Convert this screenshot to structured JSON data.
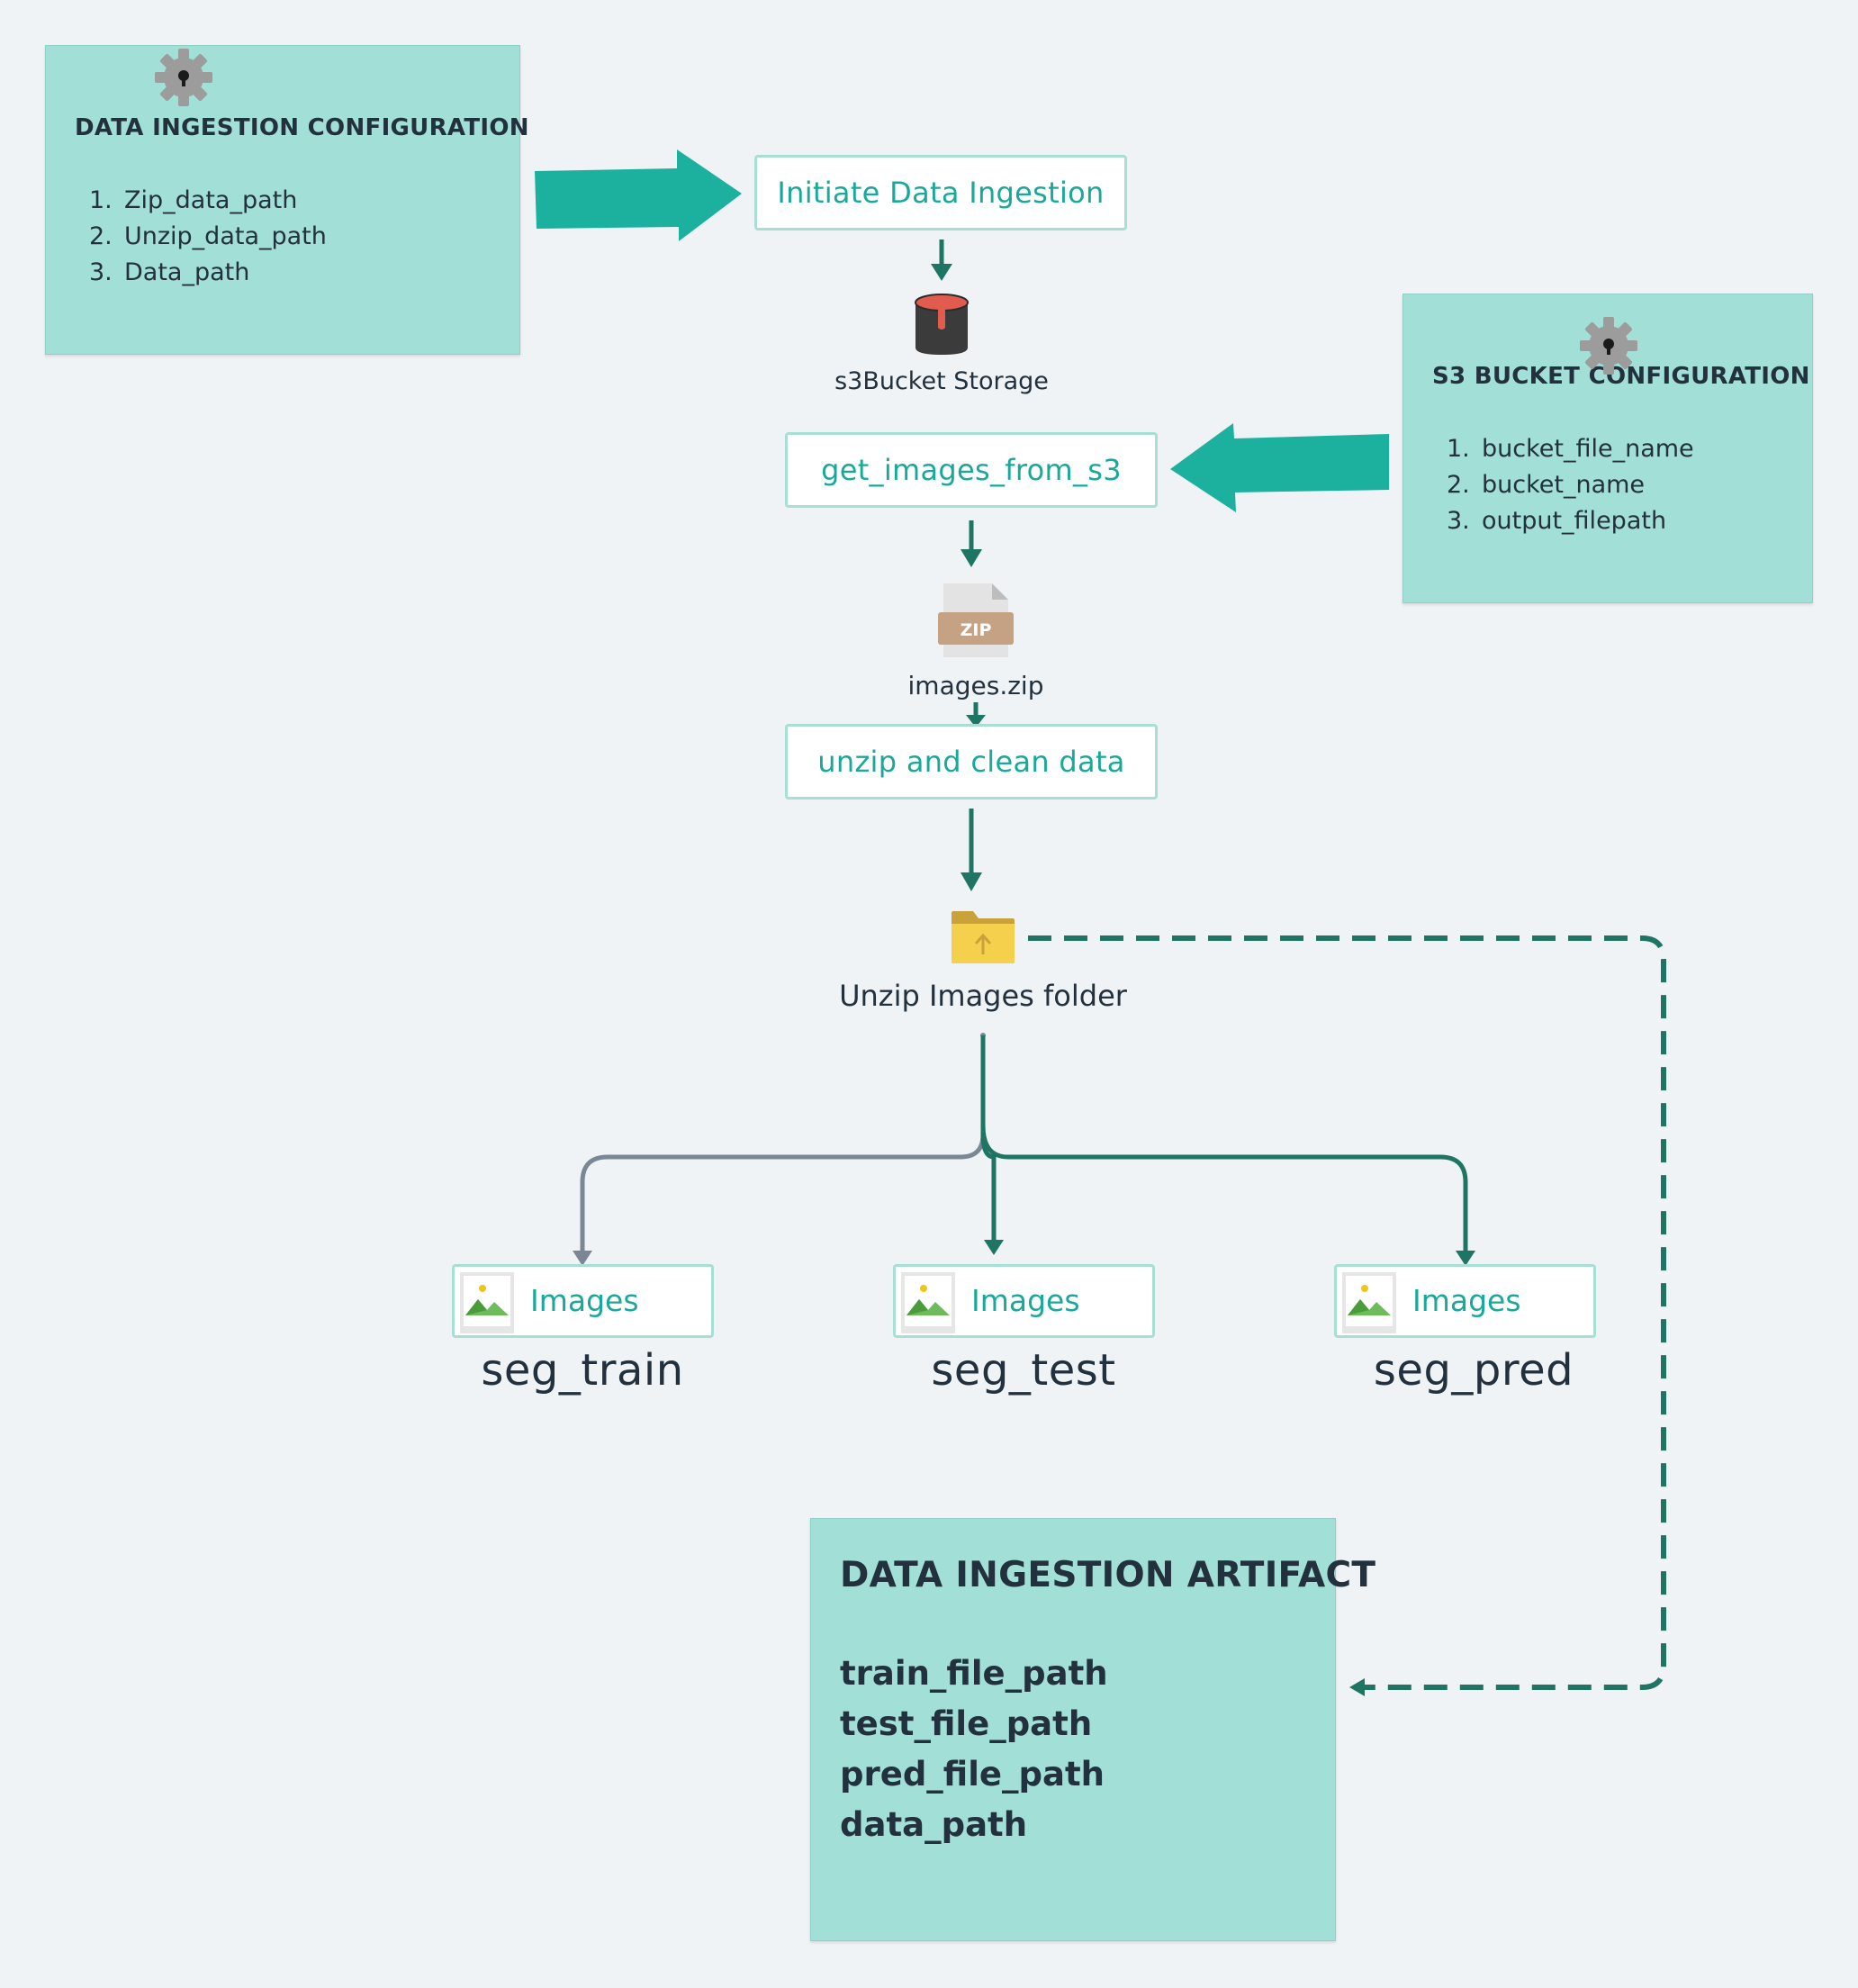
{
  "ingestion_config": {
    "title": "DATA INGESTION CONFIGURATION",
    "items": [
      {
        "num": "1.",
        "label": "Zip_data_path"
      },
      {
        "num": "2.",
        "label": "Unzip_data_path"
      },
      {
        "num": "3.",
        "label": "Data_path"
      }
    ]
  },
  "s3_config": {
    "title": "S3 BUCKET CONFIGURATION",
    "items": [
      {
        "num": "1.",
        "label": "bucket_file_name"
      },
      {
        "num": "2.",
        "label": "bucket_name"
      },
      {
        "num": "3.",
        "label": "output_filepath"
      }
    ]
  },
  "flow": {
    "initiate": "Initiate Data Ingestion",
    "s3_storage": "s3Bucket Storage",
    "get_images": "get_images_from_s3",
    "zip_badge": "ZIP",
    "zip_file": "images.zip",
    "unzip": "unzip and clean data",
    "unzip_folder": "Unzip Images folder"
  },
  "splits": [
    {
      "label": "Images",
      "name": "seg_train"
    },
    {
      "label": "Images",
      "name": "seg_test"
    },
    {
      "label": "Images",
      "name": "seg_pred"
    }
  ],
  "artifact": {
    "title": "DATA INGESTION ARTIFACT",
    "items": [
      "train_file_path",
      "test_file_path",
      "pred_file_path",
      "data_path"
    ]
  },
  "colors": {
    "background": "#eff3f6",
    "note": "#a2dfd6",
    "accent_teal": "#1cb09f",
    "connector": "#1e7563",
    "connector_gray": "#7b8795",
    "box_border": "#a8dfd5",
    "text_teal": "#19a99a"
  },
  "icons": [
    "gear-icon",
    "bucket-icon",
    "zip-file-icon",
    "folder-upload-icon",
    "image-icon"
  ]
}
